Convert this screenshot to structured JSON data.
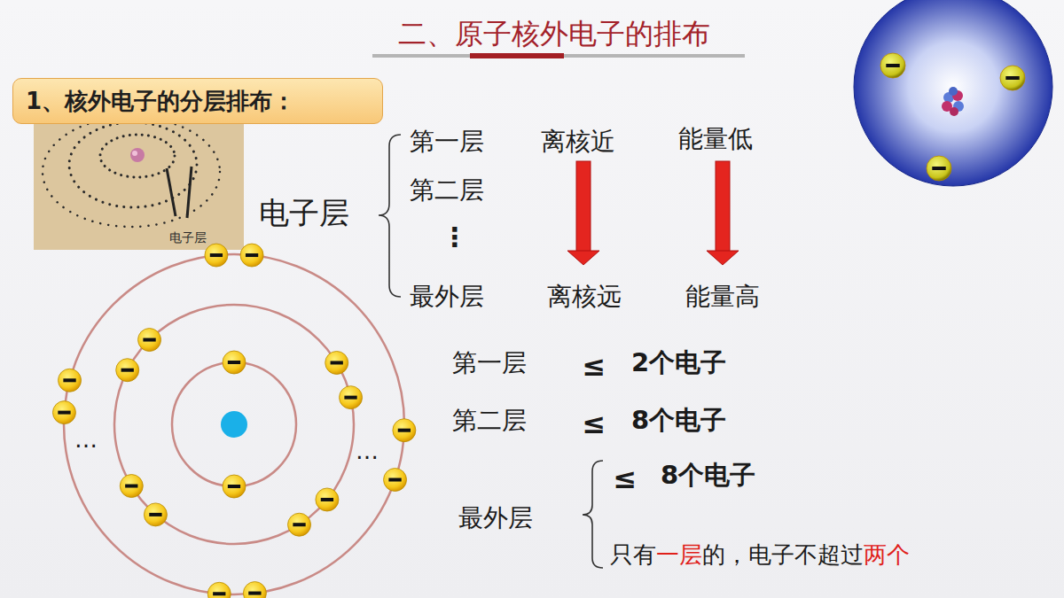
{
  "diagram": {
    "title": "二、原子核外电子的排布",
    "nodes": [
      {
        "text": [
          "1、核外电子的分层排布："
        ]
      }
    ],
    "labels": [
      "电子层",
      "电子层",
      "第一层",
      "离核近",
      "能量低",
      "第二层",
      "⋮",
      "最外层",
      "离核远",
      "能量高",
      "…",
      "…",
      "第一层",
      "≤",
      "2个电子",
      "第二层",
      "≤",
      "8个电子",
      "最外层",
      "≤",
      "8个电子",
      "只有",
      "一层",
      "的，电子不超过",
      "两个"
    ]
  }
}
